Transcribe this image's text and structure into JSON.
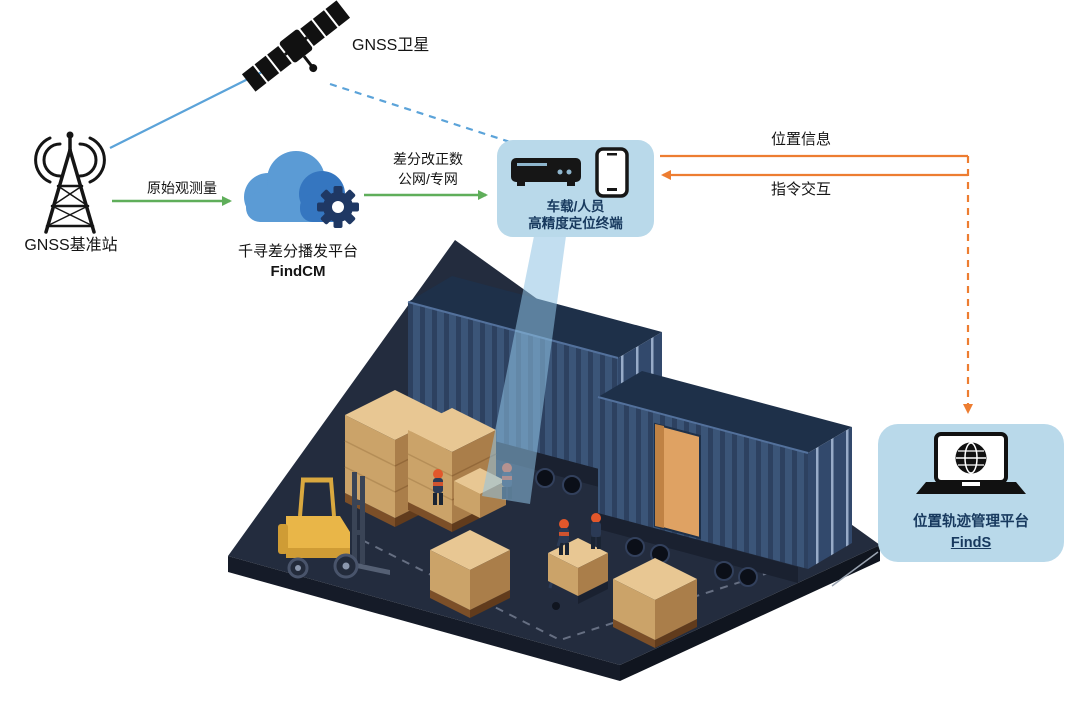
{
  "colors": {
    "flow_green": "#5fae5a",
    "gnss_blue": "#5ba3d9",
    "flow_orange": "#ed7d31",
    "panel_bg": "#b9d9ea",
    "panel_text": "#17395e",
    "container_navy": "#3b5578",
    "ground_dark": "#232c3e",
    "carton_tan": "#cba369",
    "forklift_yellow": "#e9b648",
    "helmet_orange": "#e2572b"
  },
  "icons": [
    "gnss-satellite-icon",
    "radio-tower-icon",
    "cloud-platform-icon",
    "gear-icon",
    "receiver-icon",
    "smartphone-icon",
    "laptop-globe-icon"
  ],
  "satellite": {
    "label": "GNSS卫星"
  },
  "base_station": {
    "label": "GNSS基准站"
  },
  "flow_raw": {
    "label": "原始观测量"
  },
  "cloud": {
    "title": "千寻差分播发平台",
    "subtitle": "FindCM"
  },
  "flow_corrections": {
    "line1": "差分改正数",
    "line2": "公网/专网"
  },
  "terminal": {
    "line1": "车载/人员",
    "line2": "高精度定位终端"
  },
  "flow_position": {
    "label": "位置信息"
  },
  "flow_command": {
    "label": "指令交互"
  },
  "platform": {
    "title": "位置轨迹管理平台",
    "subtitle": "FindS"
  }
}
